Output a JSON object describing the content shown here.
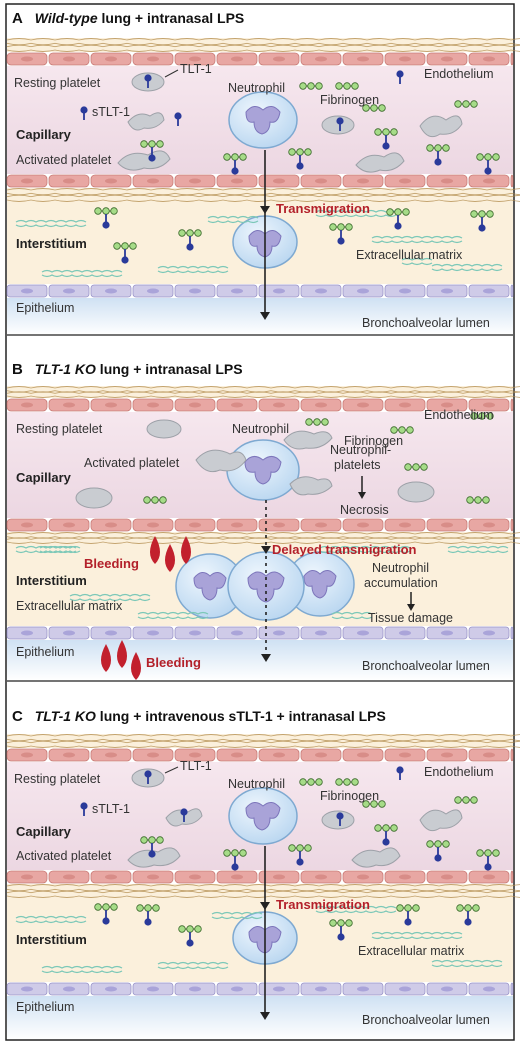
{
  "panels": [
    {
      "letter": "A",
      "title_italic": "Wild-type",
      "title_rest": " lung + intranasal LPS",
      "labels": {
        "resting_platelet": "Resting platelet",
        "tlt1": "TLT-1",
        "stlt1": "sTLT-1",
        "neutrophil": "Neutrophil",
        "fibrinogen": "Fibrinogen",
        "endothelium": "Endothelium",
        "capillary": "Capillary",
        "activated_platelet": "Activated platelet",
        "transmigration": "Transmigration",
        "interstitium": "Interstitium",
        "ecm": "Extracellular matrix",
        "epithelium": "Epithelium",
        "lumen": "Bronchoalveolar lumen"
      }
    },
    {
      "letter": "B",
      "title_italic": "TLT-1 KO",
      "title_rest": " lung + intranasal LPS",
      "labels": {
        "resting_platelet": "Resting platelet",
        "neutrophil": "Neutrophil",
        "fibrinogen": "Fibrinogen",
        "endothelium": "Endothelium",
        "capillary": "Capillary",
        "activated_platelet": "Activated platelet",
        "np_line1": "Neutrophil-",
        "np_line2": "platelets",
        "necrosis": "Necrosis",
        "bleeding": "Bleeding",
        "delayed": "Delayed transmigration",
        "interstitium": "Interstitium",
        "acc_line1": "Neutrophil",
        "acc_line2": "accumulation",
        "ecm": "Extracellular matrix",
        "tissue_damage": "Tissue damage",
        "epithelium": "Epithelium",
        "bleeding2": "Bleeding",
        "lumen": "Bronchoalveolar lumen"
      }
    },
    {
      "letter": "C",
      "title_italic": "TLT-1 KO",
      "title_rest": " lung + intravenous sTLT-1 + intranasal LPS",
      "labels": {
        "resting_platelet": "Resting platelet",
        "tlt1": "TLT-1",
        "stlt1": "sTLT-1",
        "neutrophil": "Neutrophil",
        "fibrinogen": "Fibrinogen",
        "endothelium": "Endothelium",
        "capillary": "Capillary",
        "activated_platelet": "Activated platelet",
        "transmigration": "Transmigration",
        "interstitium": "Interstitium",
        "ecm": "Extracellular matrix",
        "epithelium": "Epithelium",
        "lumen": "Bronchoalveolar lumen"
      }
    }
  ],
  "colors": {
    "endothelial_cell": "#e8a7a3",
    "capillary_bg": "#f3e4ea",
    "interstitium_bg": "#fbf0dc",
    "epithelial_cell": "#cfcbe8",
    "lumen_top": "#d6e6f5",
    "platelet": "#c9ccd1",
    "neutrophil": "#cfe3f6",
    "neutrophil_nucleus": "#a9a3d8",
    "tlt1": "#2a3a9a",
    "fibrinogen": "#a6dc88",
    "ecm_fiber": "#7cc8b8",
    "collagen": "#b08a4a",
    "bleeding": "#c2202d",
    "text_red": "#b3202a"
  }
}
